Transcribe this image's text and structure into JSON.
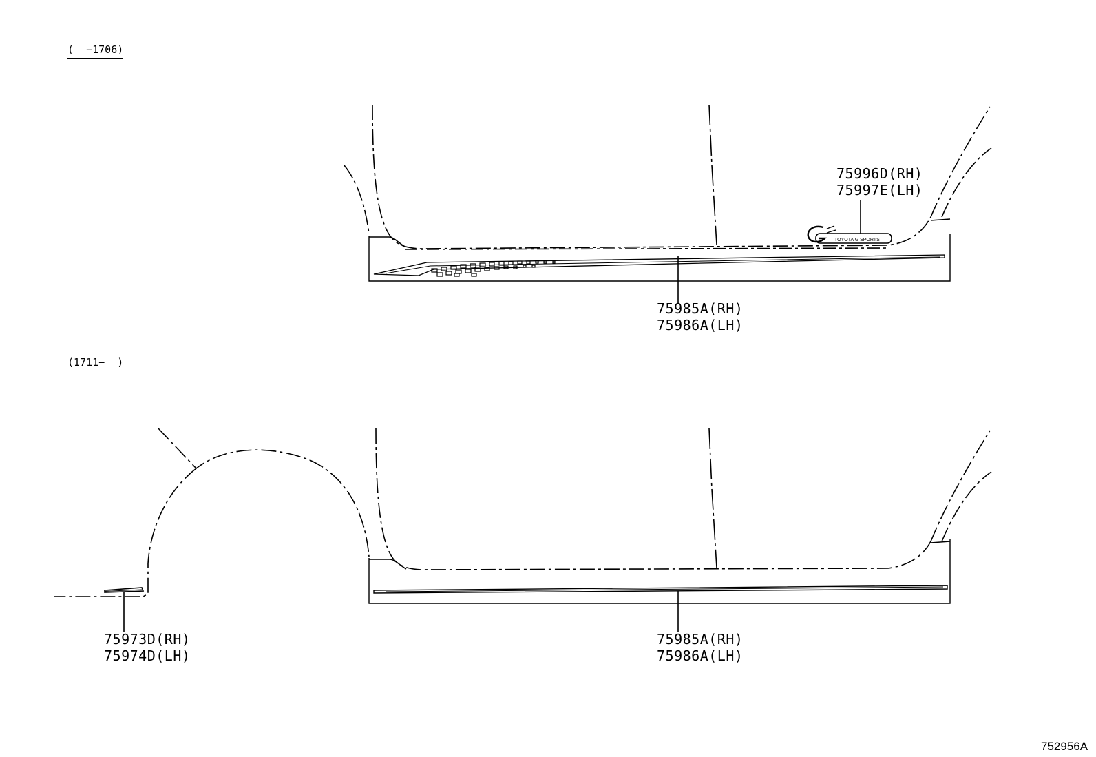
{
  "diagram": {
    "figure_id": "752956A",
    "upper": {
      "period": "(  −1706)",
      "emblem": {
        "part_rh": "75996D(RH)",
        "part_lh": "75997E(LH)",
        "emblem_logo_text": "TOYOTA G SPORTS"
      },
      "side_stripe": {
        "part_rh": "75985A(RH)",
        "part_lh": "75986A(LH)"
      }
    },
    "lower": {
      "period": "(1711−  )",
      "wheel_arch_stripe": {
        "part_rh": "75973D(RH)",
        "part_lh": "75974D(LH)"
      },
      "side_stripe": {
        "part_rh": "75985A(RH)",
        "part_lh": "75986A(LH)"
      }
    }
  }
}
